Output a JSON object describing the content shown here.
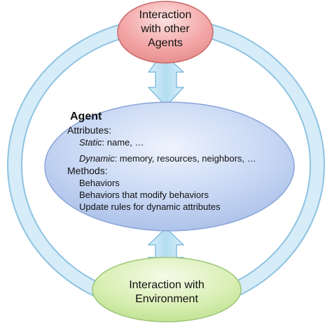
{
  "top_node": {
    "label": "Interaction\nwith other\nAgents"
  },
  "center_node": {
    "title": "Agent",
    "attributes_label": "Attributes:",
    "static_term": "Static",
    "static_value": ": name, …",
    "dynamic_term": "Dynamic",
    "dynamic_value": ": memory, resources, neighbors, …",
    "methods_label": "Methods:",
    "methods": [
      "Behaviors",
      "Behaviors that modify behaviors",
      "Update rules for dynamic attributes"
    ]
  },
  "bottom_node": {
    "label": "Interaction with\nEnvironment"
  },
  "colors": {
    "ring": "#cfe8f6",
    "ring_stroke": "#8fc3e2",
    "top_fill": "#f1a0a0",
    "top_stroke": "#c86a6a",
    "center_fill": "#c7d7f4",
    "center_stroke": "#8aa5d8",
    "bottom_fill": "#d7efb0",
    "bottom_stroke": "#9ec67a",
    "arrow_fill": "#bfe3f5",
    "arrow_stroke": "#6fb2d8"
  }
}
